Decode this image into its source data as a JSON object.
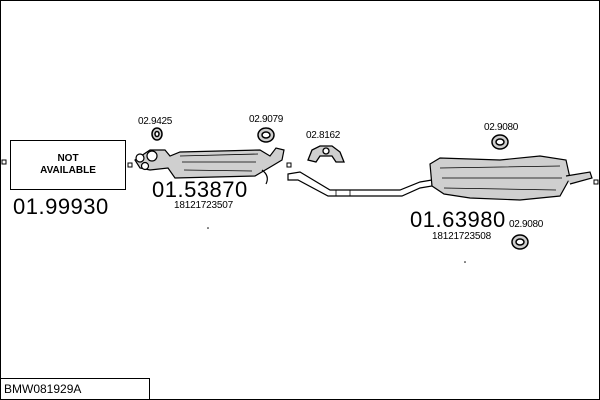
{
  "placeholder": {
    "line1": "NOT",
    "line2": "AVAILABLE"
  },
  "parts": {
    "front_pipe_code": "01.99930",
    "front_silencer_code": "01.53870",
    "front_silencer_oe": "18121723507",
    "clamp_front_code": "02.9425",
    "gasket_middle_code": "02.9079",
    "mounting_hanger_code": "02.8162",
    "rear_silencer_code": "01.63980",
    "rear_silencer_oe": "18121723508",
    "rear_clamp_top_code": "02.9080",
    "rear_clamp_bottom_code": "02.9080"
  },
  "footer": {
    "assembly_code": "BMW081929A"
  },
  "colors": {
    "line": "#000000",
    "part_fill": "#cfcfcf",
    "background": "#ffffff"
  }
}
